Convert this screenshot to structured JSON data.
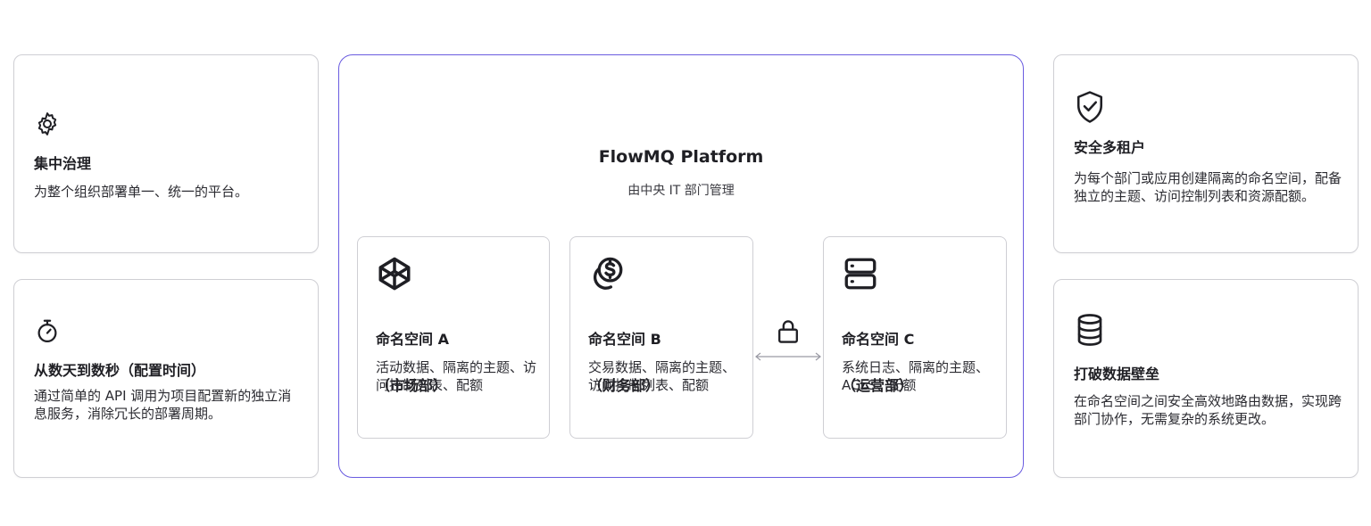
{
  "left_cards": [
    {
      "icon": "gear-icon",
      "title": "集中治理",
      "desc": "为整个组织部署单一、统一的平台。"
    },
    {
      "icon": "stopwatch-icon",
      "title": "从数天到数秒（配置时间）",
      "desc": "通过简单的 API 调用为项目配置新的独立消息服务，消除冗长的部署周期。"
    }
  ],
  "platform": {
    "logo_icon": "flowmq-logo-icon",
    "title": "FlowMQ Platform",
    "subtitle": "由中央 IT 部门管理",
    "namespaces": [
      {
        "icon": "cube-icon",
        "name_line1": "命名空间 A",
        "name_line2": "（市场部）",
        "desc": "活动数据、隔离的主题、访问控制列表、配额"
      },
      {
        "icon": "dollar-coins-icon",
        "name_line1": "命名空间 B",
        "name_line2": "（财务部）",
        "desc": "交易数据、隔离的主题、访问控制列表、配额"
      },
      {
        "icon": "server-icon",
        "name_line1": "命名空间 C",
        "name_line2": "（运营部）",
        "desc": "系统日志、隔离的主题、ACLS、配额"
      }
    ],
    "connector_icon": "lock-icon"
  },
  "right_cards": [
    {
      "icon": "shield-check-icon",
      "title": "安全多租户",
      "desc": "为每个部门或应用创建隔离的命名空间，配备独立的主题、访问控制列表和资源配额。"
    },
    {
      "icon": "database-icon",
      "title": "打破数据壁垒",
      "desc": "在命名空间之间安全高效地路由数据，实现跨部门协作，无需复杂的系统更改。"
    }
  ],
  "colors": {
    "platform_border": "#6a5ce0",
    "logo_purple": "#8a63f0",
    "logo_blue": "#5b7cf2",
    "card_border": "#cfcfd4",
    "text": "#1f1f24"
  }
}
